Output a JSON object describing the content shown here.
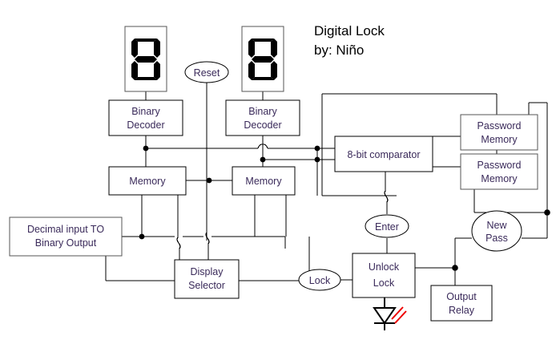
{
  "title": {
    "line1": "Digital Lock",
    "line2": "by: Niño"
  },
  "displays": [
    {
      "name": "seven-segment-display-left",
      "value": "8",
      "segments_on": [
        "a",
        "b",
        "c",
        "d",
        "e",
        "f",
        "g"
      ]
    },
    {
      "name": "seven-segment-display-right",
      "value": "8",
      "segments_on": [
        "a",
        "b",
        "c",
        "d",
        "e",
        "f",
        "g"
      ]
    }
  ],
  "blocks": {
    "binary_decoder_left": {
      "line1": "Binary",
      "line2": "Decoder"
    },
    "binary_decoder_right": {
      "line1": "Binary",
      "line2": "Decoder"
    },
    "memory_left": {
      "line1": "Memory",
      "line2": ""
    },
    "memory_right": {
      "line1": "Memory",
      "line2": ""
    },
    "decimal_to_binary": {
      "line1": "Decimal input  TO",
      "line2": "Binary Output"
    },
    "display_selector": {
      "line1": "Display",
      "line2": "Selector"
    },
    "comparator": {
      "line1": "8-bit comparator",
      "line2": ""
    },
    "password_memory_top": {
      "line1": "Password",
      "line2": "Memory"
    },
    "password_memory_bottom": {
      "line1": "Password",
      "line2": "Memory"
    },
    "unlock_lock": {
      "line1": "Unlock",
      "line2": "Lock"
    },
    "output_relay": {
      "line1": "Output",
      "line2": "Relay"
    }
  },
  "terminals": {
    "reset": {
      "line1": "Reset",
      "line2": ""
    },
    "enter": {
      "line1": "Enter",
      "line2": ""
    },
    "lock": {
      "line1": "Lock",
      "line2": ""
    },
    "new_pass": {
      "line1": "New",
      "line2": "Pass"
    }
  },
  "indicator": {
    "name": "led",
    "label": ""
  },
  "colors": {
    "wire": "#000000",
    "box_stroke": "#000000",
    "box_fill": "#ffffff",
    "label_text": "#3a2a5a",
    "title_text": "#000000",
    "segment_on": "#000000",
    "led_ray": "#ee0000",
    "background": "#ffffff"
  }
}
